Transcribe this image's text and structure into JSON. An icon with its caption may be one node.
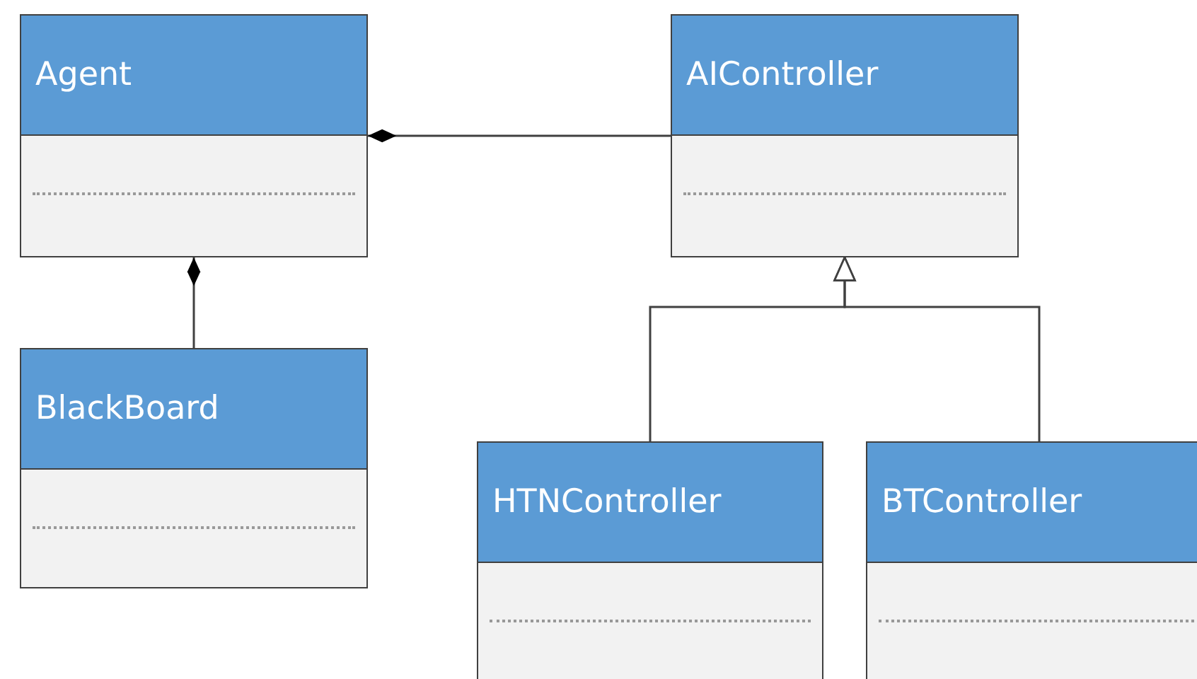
{
  "diagram": {
    "nodes": [
      {
        "text": [
          "Agent"
        ]
      },
      {
        "text": [
          "AIController"
        ]
      },
      {
        "text": [
          "BlackBoard"
        ]
      },
      {
        "text": [
          "HTNController"
        ]
      },
      {
        "text": [
          "BTController"
        ]
      }
    ],
    "edges": [
      {
        "from": 0,
        "to": 1,
        "arrow": "other"
      },
      {
        "from": 0,
        "to": 2,
        "arrow": "other"
      },
      {
        "from": 3,
        "to": 1,
        "arrow": "to"
      },
      {
        "from": 4,
        "to": 1,
        "arrow": "to"
      }
    ]
  }
}
